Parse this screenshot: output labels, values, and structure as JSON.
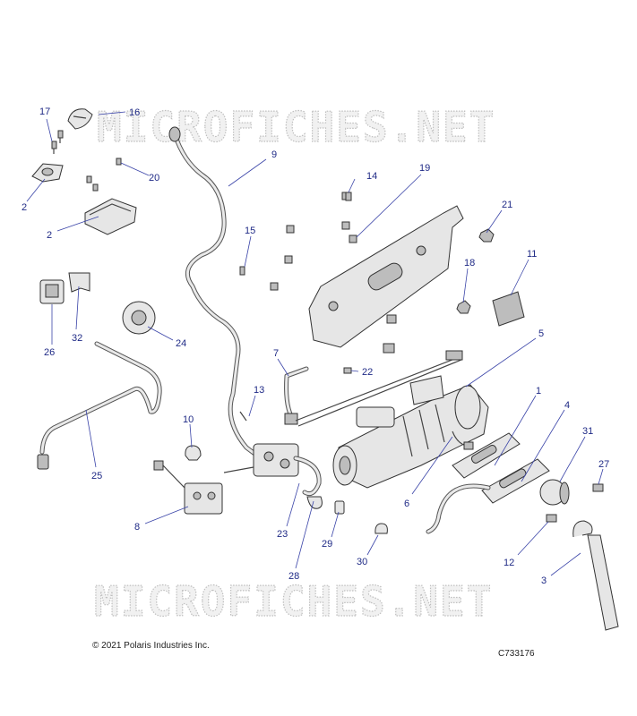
{
  "watermark": "MICROFICHES.NET",
  "copyright": "© 2021 Polaris Industries Inc.",
  "diagram_code": "C733176",
  "callouts": {
    "c1": "1",
    "c2a": "2",
    "c2b": "2",
    "c3": "3",
    "c4": "4",
    "c5": "5",
    "c6": "6",
    "c7": "7",
    "c8": "8",
    "c9": "9",
    "c10": "10",
    "c11": "11",
    "c12": "12",
    "c13": "13",
    "c14": "14",
    "c15": "15",
    "c16": "16",
    "c17": "17",
    "c18": "18",
    "c19": "19",
    "c20": "20",
    "c21": "21",
    "c22": "22",
    "c23": "23",
    "c24": "24",
    "c25": "25",
    "c26": "26",
    "c27": "27",
    "c28": "28",
    "c29": "29",
    "c30": "30",
    "c31": "31",
    "c32": "32"
  }
}
